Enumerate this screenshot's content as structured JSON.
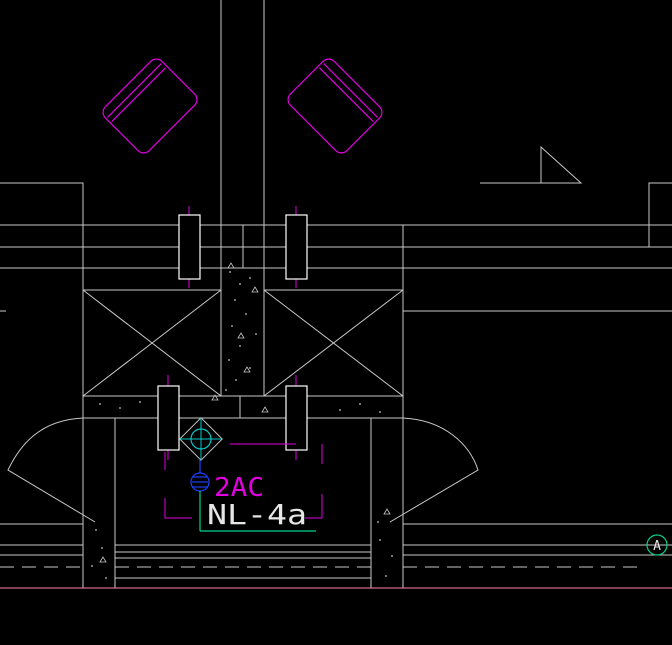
{
  "drawing": {
    "colors": {
      "background": "#000000",
      "line": "#c8c8c8",
      "magenta": "#e000e0",
      "blue": "#2040ff",
      "cyan": "#00c8c8",
      "green": "#00d090",
      "pink": "#ff80b0"
    },
    "labels": {
      "tag": "2AC",
      "code": "NL-4a",
      "grid_bubble": "A"
    }
  }
}
